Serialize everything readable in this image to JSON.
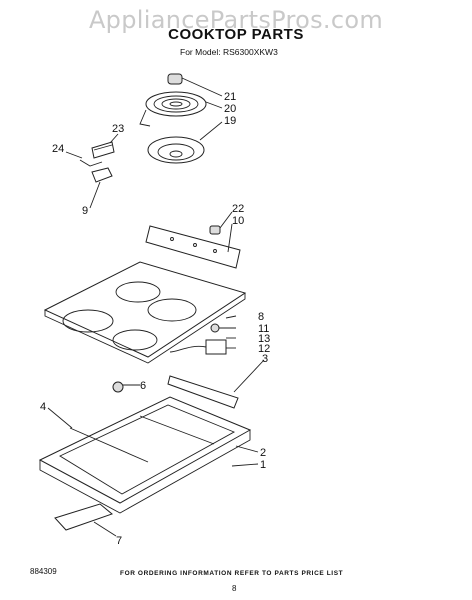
{
  "watermark": "AppliancePartsPros.com",
  "title": "COOKTOP PARTS",
  "model": "For Model: RS6300XKW3",
  "callouts": [
    "21",
    "20",
    "19",
    "23",
    "24",
    "9",
    "22",
    "10",
    "8",
    "11",
    "13",
    "12",
    "3",
    "6",
    "4",
    "2",
    "1",
    "7"
  ],
  "footer": {
    "code": "884309",
    "note": "FOR ORDERING INFORMATION REFER TO PARTS PRICE LIST",
    "page": "8"
  }
}
